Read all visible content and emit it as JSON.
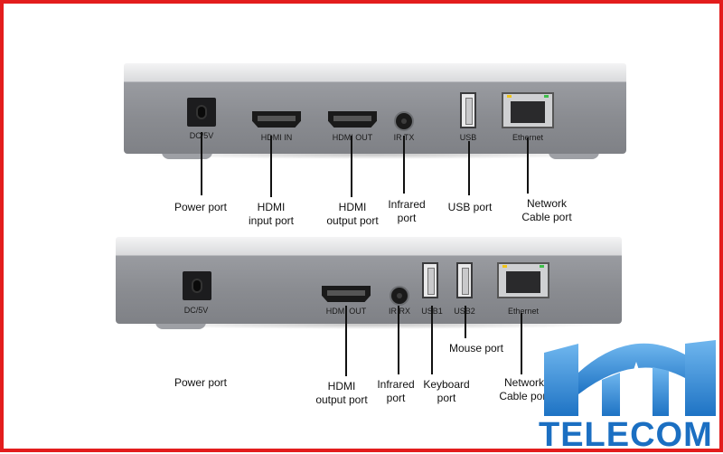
{
  "colors": {
    "frame": "#e31d1d",
    "brand_blue": "#1b6fc2",
    "chassis": "#8c8e93"
  },
  "top_device": {
    "port_labels": {
      "dc": "DC/5V",
      "hdmi_in": "HDMI IN",
      "hdmi_out": "HDMI OUT",
      "ir": "IR TX",
      "usb": "USB",
      "ethernet": "Ethernet"
    },
    "callouts": {
      "power": [
        "Power port"
      ],
      "hdmi_in": [
        "HDMI",
        "input port"
      ],
      "hdmi_out": [
        "HDMI",
        "output port"
      ],
      "ir": [
        "Infrared",
        "port"
      ],
      "usb": [
        "USB port"
      ],
      "ethernet": [
        "Network",
        "Cable port"
      ]
    }
  },
  "bottom_device": {
    "port_labels": {
      "dc": "DC/5V",
      "hdmi_out": "HDMI OUT",
      "ir": "IR RX",
      "usb1": "USB1",
      "usb2": "USB2",
      "ethernet": "Ethernet"
    },
    "callouts": {
      "power": [
        "Power port"
      ],
      "hdmi_out": [
        "HDMI",
        "output port"
      ],
      "ir": [
        "Infrared",
        "port"
      ],
      "keyboard": [
        "Keyboard",
        "port"
      ],
      "mouse": [
        "Mouse port"
      ],
      "ethernet": [
        "Network",
        "Cable port"
      ]
    }
  },
  "logo": {
    "name": "TELECOM",
    "icon": "hn-telecom-logo"
  }
}
